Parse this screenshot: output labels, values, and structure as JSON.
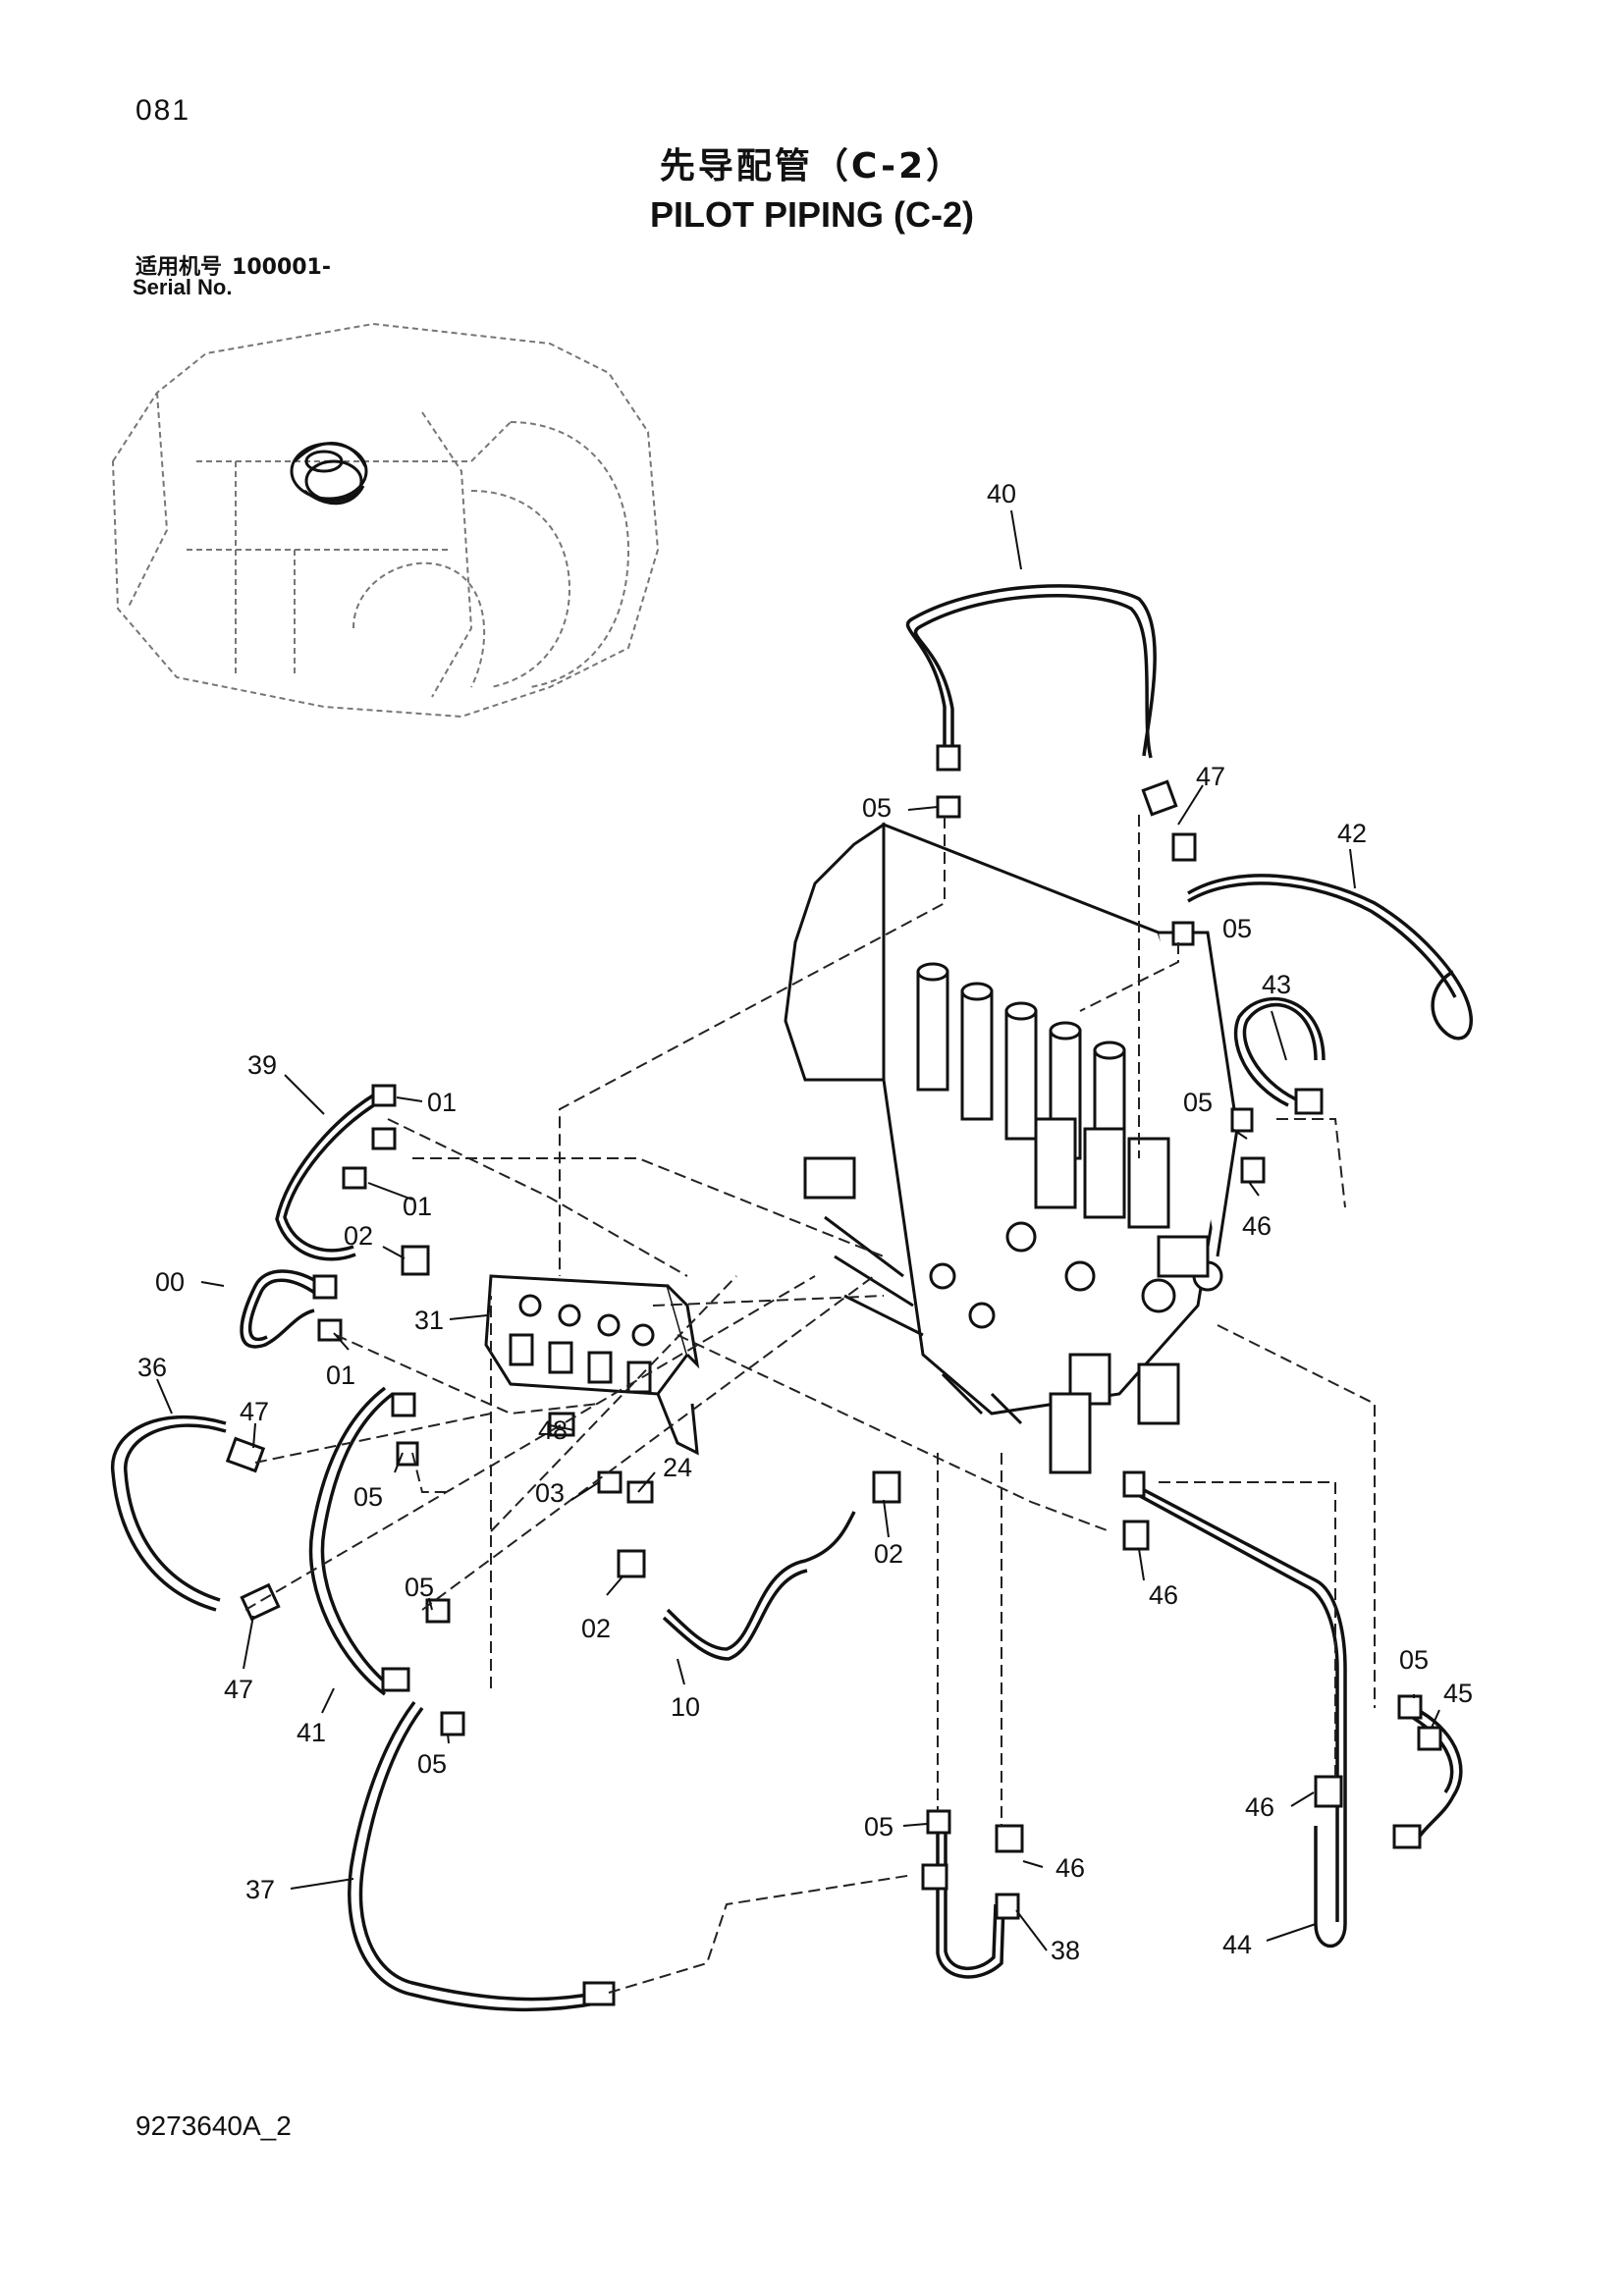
{
  "page_number": "081",
  "title_cn": "先导配管（C-2）",
  "title_en": "PILOT PIPING (C-2)",
  "serial_label_cn": "适用机号",
  "serial_value": "100001-",
  "serial_label_en": "Serial No.",
  "document_id": "9273640A_2",
  "callouts": {
    "c40": "40",
    "c05a": "05",
    "c47a": "47",
    "c42": "42",
    "c05b": "05",
    "c43": "43",
    "c39": "39",
    "c01a": "01",
    "c01b": "01",
    "c05c": "05",
    "c46a": "46",
    "c02a": "02",
    "c00": "00",
    "c31": "31",
    "c01c": "01",
    "c36": "36",
    "c47b": "47",
    "c05d": "05",
    "c48": "48",
    "c24": "24",
    "c03": "03",
    "c02b": "02",
    "c02c": "02",
    "c46b": "46",
    "c05e": "05",
    "c47c": "47",
    "c41": "41",
    "c05f": "05",
    "c10": "10",
    "c05g": "05",
    "c45": "45",
    "c46c": "46",
    "c05h": "05",
    "c46d": "46",
    "c37": "37",
    "c38": "38",
    "c44": "44"
  }
}
